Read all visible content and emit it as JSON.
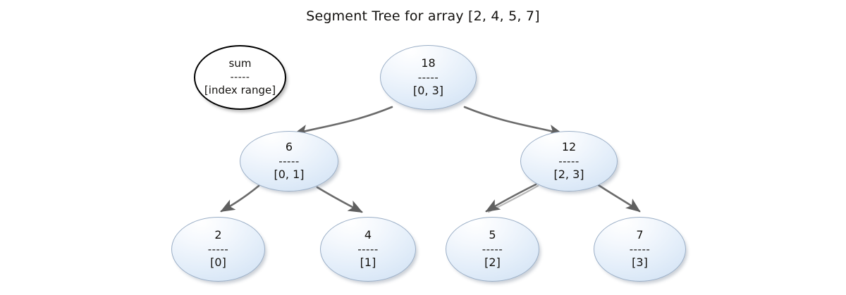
{
  "diagram": {
    "title": "Segment Tree for array [2, 4, 5, 7]",
    "background_color": "#ffffff",
    "node_fill_color": "#dce9f7",
    "node_border_color": "#9aaec6",
    "edge_color": "#6b6b6b",
    "text_color": "#14120f",
    "separator": "-----"
  },
  "legend": {
    "value": "sum",
    "separator": "-----",
    "range": "[index range]",
    "fill_color": "#ffffff",
    "border_color": "#000000"
  },
  "nodes": [
    {
      "id": "root",
      "value": "18",
      "separator": "-----",
      "range": "[0, 3]",
      "level": 0
    },
    {
      "id": "left",
      "value": "6",
      "separator": "-----",
      "range": "[0, 1]",
      "level": 1
    },
    {
      "id": "right",
      "value": "12",
      "separator": "-----",
      "range": "[2, 3]",
      "level": 1
    },
    {
      "id": "leaf0",
      "value": "2",
      "separator": "-----",
      "range": "[0]",
      "level": 2
    },
    {
      "id": "leaf1",
      "value": "4",
      "separator": "-----",
      "range": "[1]",
      "level": 2
    },
    {
      "id": "leaf2",
      "value": "5",
      "separator": "-----",
      "range": "[2]",
      "level": 2
    },
    {
      "id": "leaf3",
      "value": "7",
      "separator": "-----",
      "range": "[3]",
      "level": 2
    }
  ],
  "edges": [
    {
      "from": "root",
      "to": "left"
    },
    {
      "from": "root",
      "to": "right"
    },
    {
      "from": "left",
      "to": "leaf0"
    },
    {
      "from": "left",
      "to": "leaf1"
    },
    {
      "from": "right",
      "to": "leaf2"
    },
    {
      "from": "right",
      "to": "leaf3"
    }
  ],
  "chart_data": {
    "type": "diagram",
    "title": "Segment Tree for array [2, 4, 5, 7]",
    "array": [
      2,
      4,
      5,
      7
    ],
    "tree": [
      {
        "sum": 18,
        "range": [
          0,
          3
        ]
      },
      {
        "sum": 6,
        "range": [
          0,
          1
        ]
      },
      {
        "sum": 12,
        "range": [
          2,
          3
        ]
      },
      {
        "sum": 2,
        "range": [
          0,
          0
        ]
      },
      {
        "sum": 4,
        "range": [
          1,
          1
        ]
      },
      {
        "sum": 5,
        "range": [
          2,
          2
        ]
      },
      {
        "sum": 7,
        "range": [
          3,
          3
        ]
      }
    ]
  }
}
